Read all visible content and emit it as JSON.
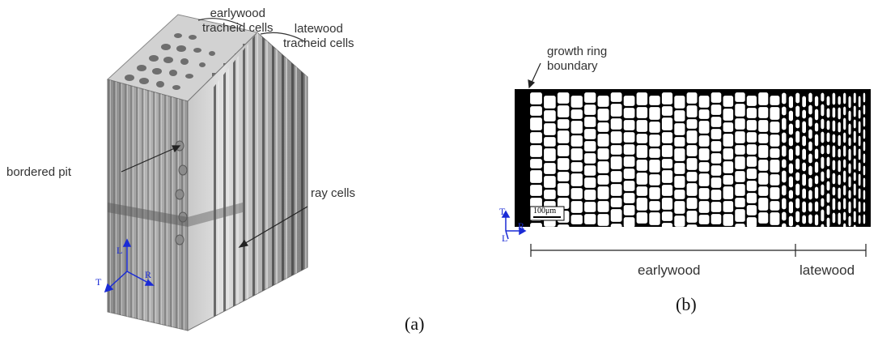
{
  "panel_a": {
    "caption": "(a)",
    "labels": {
      "earlywood": "earlywood\ntracheid cells",
      "latewood": "latewood\ntracheid cells",
      "bordered_pit": "bordered pit",
      "ray_cells": "ray cells"
    },
    "axes": {
      "l": "L",
      "t": "T",
      "r": "R"
    }
  },
  "panel_b": {
    "caption": "(b)",
    "labels": {
      "growth_ring": "growth ring\nboundary",
      "earlywood": "earlywood",
      "latewood": "latewood"
    },
    "scale_bar": "100μm",
    "axes": {
      "t": "T",
      "l": "L",
      "r": "R"
    }
  },
  "colors": {
    "axis": "#1a2bd6",
    "ink": "#000000",
    "text": "#333333"
  }
}
